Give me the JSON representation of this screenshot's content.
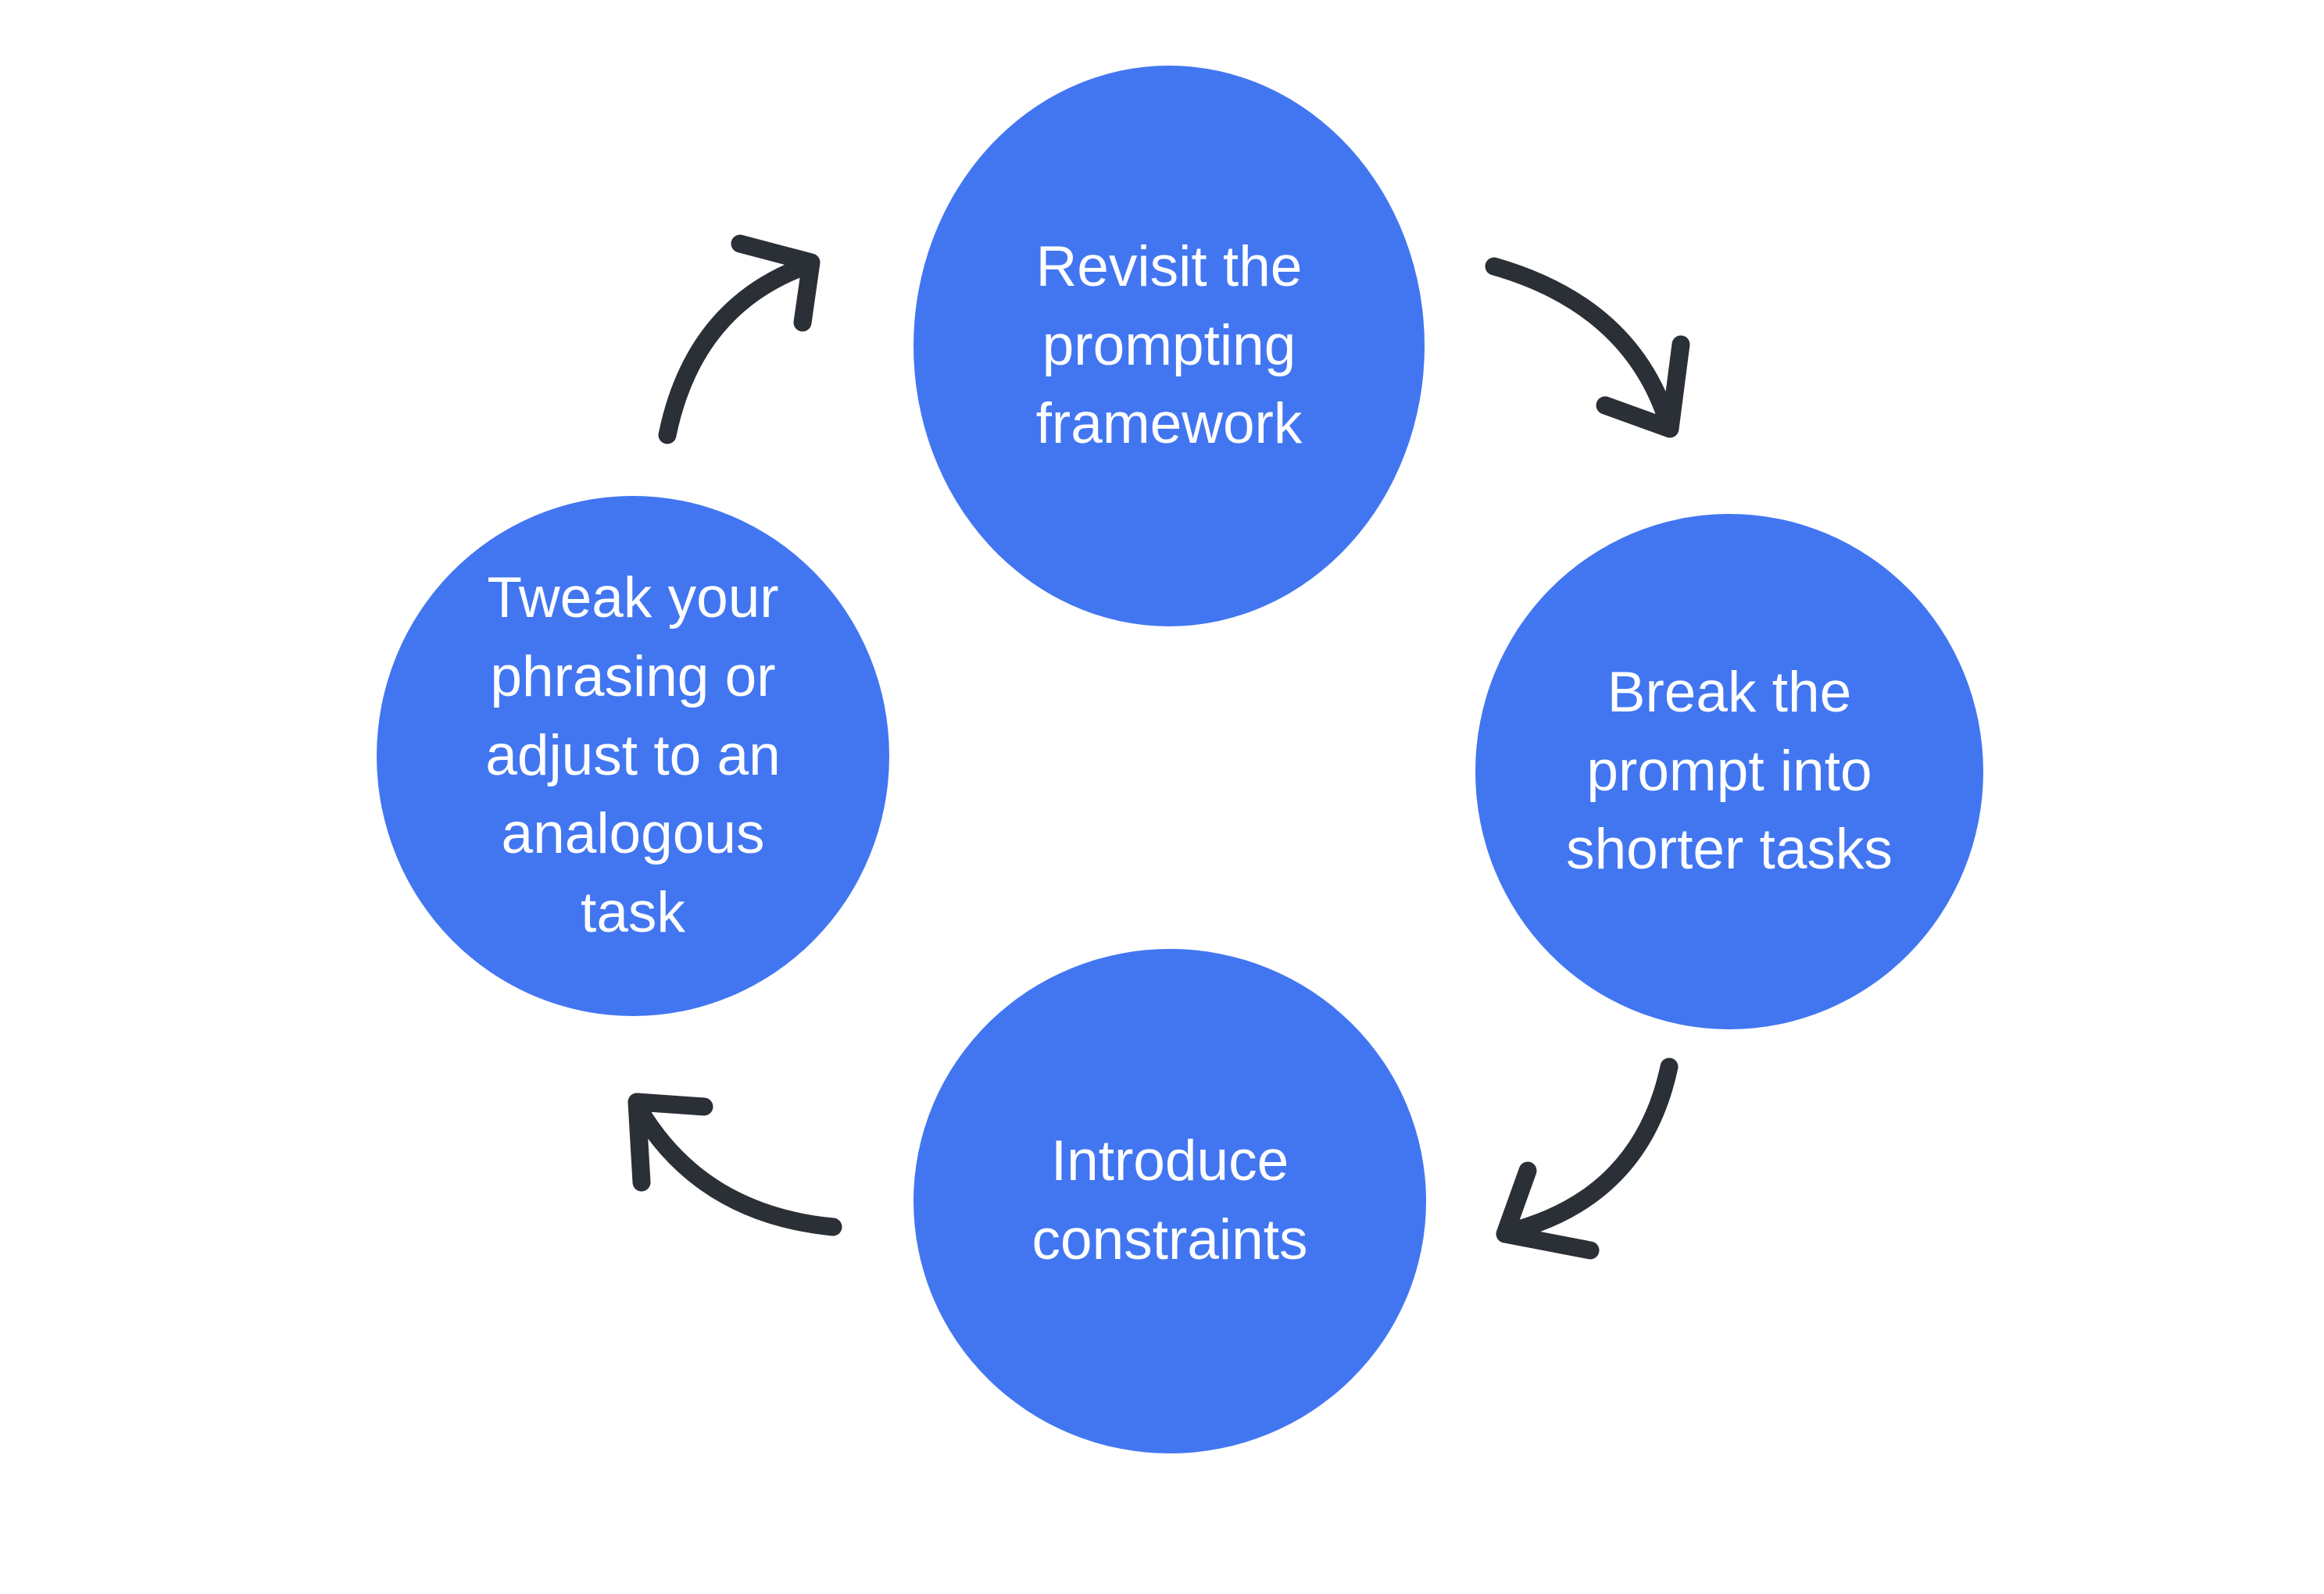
{
  "page": {
    "background": "#ffffff"
  },
  "diagram": {
    "type": "cycle",
    "direction": "clockwise",
    "node_fill": "#4276F1",
    "node_text_color": "#ffffff",
    "arrow_color": "#2b2f36",
    "nodes": [
      {
        "id": "revisit",
        "position": "top",
        "label": "Revisit the\nprompting\nframework"
      },
      {
        "id": "break",
        "position": "right",
        "label": "Break the\nprompt into\nshorter tasks"
      },
      {
        "id": "constraints",
        "position": "bottom",
        "label": "Introduce\nconstraints"
      },
      {
        "id": "tweak",
        "position": "left",
        "label": "Tweak your\nphrasing or\nadjust to an\nanalogous\ntask"
      }
    ],
    "arrows": [
      {
        "name": "arrow-top-to-right",
        "from": "revisit",
        "to": "break"
      },
      {
        "name": "arrow-right-to-bottom",
        "from": "break",
        "to": "constraints"
      },
      {
        "name": "arrow-bottom-to-left",
        "from": "constraints",
        "to": "tweak"
      },
      {
        "name": "arrow-left-to-top",
        "from": "tweak",
        "to": "revisit"
      }
    ]
  }
}
